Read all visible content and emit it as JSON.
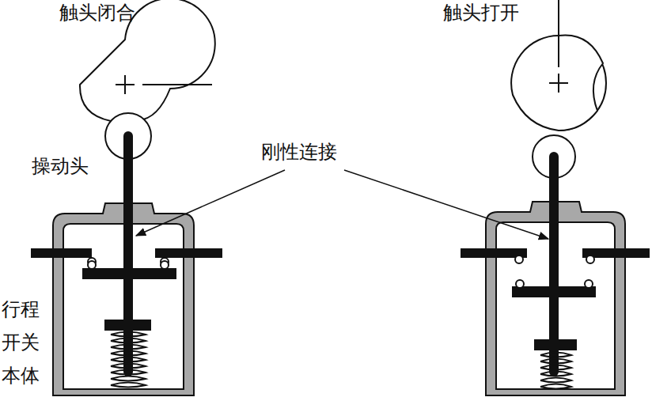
{
  "diagram": {
    "labels": [
      "触头闭合",
      "触头打开",
      "操动头",
      "刚性连接",
      "行程 开关 本体"
    ]
  }
}
